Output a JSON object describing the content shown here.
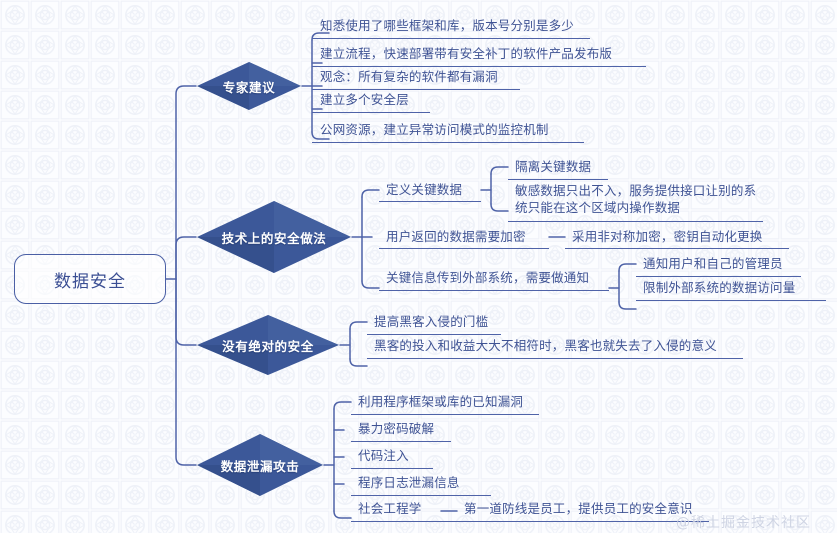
{
  "colors": {
    "diamond_fill": "#3c5899",
    "diamond_fill_light": "#54699f",
    "line": "#4f63a8",
    "text": "#3f5394",
    "root_border": "#4a5fa5",
    "background": "#fcfdff",
    "watermark": "#c9cfe0"
  },
  "root": {
    "label": "数据安全"
  },
  "branches": [
    {
      "label": "专家建议",
      "items": [
        {
          "text": "知悉使用了哪些框架和库，版本号分别是多少"
        },
        {
          "text": "建立流程，快速部署带有安全补丁的软件产品发布版"
        },
        {
          "text": "观念：所有复杂的软件都有漏洞"
        },
        {
          "text": "建立多个安全层"
        },
        {
          "text": "公网资源，建立异常访问模式的监控机制"
        }
      ]
    },
    {
      "label": "技术上的安全做法",
      "items": [
        {
          "text": "定义关键数据",
          "children": [
            {
              "text": "隔离关键数据"
            },
            {
              "text": "敏感数据只出不入，服务提供接口让别的系统只能在这个区域内操作数据"
            }
          ]
        },
        {
          "text": "用户返回的数据需要加密",
          "children": [
            {
              "text": "采用非对称加密，密钥自动化更换"
            }
          ]
        },
        {
          "text": "关键信息传到外部系统，需要做通知",
          "children": [
            {
              "text": "通知用户和自己的管理员"
            },
            {
              "text": "限制外部系统的数据访问量"
            }
          ]
        }
      ]
    },
    {
      "label": "没有绝对的安全",
      "items": [
        {
          "text": "提高黑客入侵的门槛"
        },
        {
          "text": "黑客的投入和收益大大不相符时，黑客也就失去了入侵的意义"
        }
      ]
    },
    {
      "label": "数据泄漏攻击",
      "items": [
        {
          "text": "利用程序框架或库的已知漏洞"
        },
        {
          "text": "暴力密码破解"
        },
        {
          "text": "代码注入"
        },
        {
          "text": "程序日志泄漏信息"
        },
        {
          "text": "社会工程学",
          "children": [
            {
              "text": "第一道防线是员工，提供员工的安全意识"
            }
          ]
        }
      ]
    }
  ],
  "watermark": {
    "text": "@稀土掘金技术社区"
  }
}
